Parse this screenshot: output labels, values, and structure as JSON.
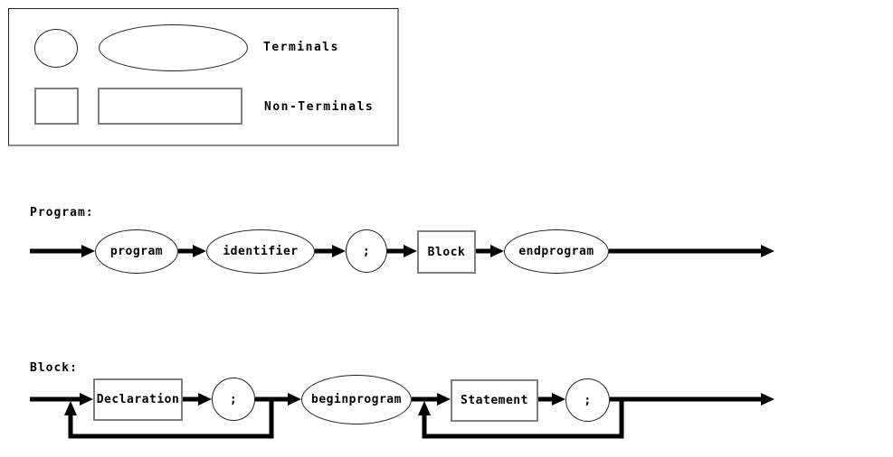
{
  "diagram": {
    "type": "railroad-syntax-diagram",
    "legend": {
      "terminals_label": "Terminals",
      "non_terminals_label": "Non-Terminals",
      "terminal_shapes": [
        "circle",
        "ellipse"
      ],
      "non_terminal_shapes": [
        "square",
        "rectangle"
      ]
    },
    "rules": [
      {
        "title": "Program:",
        "nodes": [
          {
            "label": "program",
            "type": "terminal",
            "shape": "ellipse"
          },
          {
            "label": "identifier",
            "type": "terminal",
            "shape": "ellipse"
          },
          {
            "label": ";",
            "type": "terminal",
            "shape": "circle"
          },
          {
            "label": "Block",
            "type": "non-terminal",
            "shape": "rectangle"
          },
          {
            "label": "endprogram",
            "type": "terminal",
            "shape": "ellipse"
          }
        ]
      },
      {
        "title": "Block:",
        "nodes": [
          {
            "label": "Declaration",
            "type": "non-terminal",
            "shape": "rectangle"
          },
          {
            "label": ";",
            "type": "terminal",
            "shape": "circle"
          },
          {
            "label": "beginprogram",
            "type": "terminal",
            "shape": "ellipse"
          },
          {
            "label": "Statement",
            "type": "non-terminal",
            "shape": "rectangle"
          },
          {
            "label": ";",
            "type": "terminal",
            "shape": "circle"
          }
        ],
        "loops": [
          {
            "repeats": [
              "Declaration",
              ";"
            ]
          },
          {
            "repeats": [
              "Statement",
              ";"
            ]
          }
        ]
      }
    ]
  },
  "colors": {
    "background": "#ffffff",
    "flow_line": "#000000",
    "terminal_border": "#222222",
    "non_terminal_border": "#7f7f7f",
    "text": "#000000"
  }
}
